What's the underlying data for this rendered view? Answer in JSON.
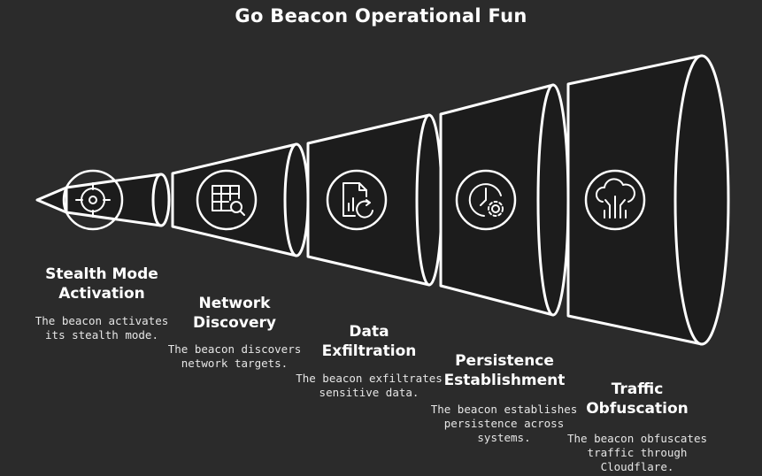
{
  "title": "Go Beacon Operational Fun",
  "colors": {
    "background": "#2b2b2b",
    "stroke": "#ffffff",
    "fill": "#1c1c1c"
  },
  "stages": [
    {
      "label_line1": "Stealth Mode",
      "label_line2": "Activation",
      "desc_line1": "The beacon activates",
      "desc_line2": "its stealth mode.",
      "desc_line3": "",
      "icon": "crosshair-icon"
    },
    {
      "label_line1": "Network",
      "label_line2": "Discovery",
      "desc_line1": "The beacon discovers",
      "desc_line2": "network targets.",
      "desc_line3": "",
      "icon": "table-search-icon"
    },
    {
      "label_line1": "Data",
      "label_line2": "Exfiltration",
      "desc_line1": "The beacon exfiltrates",
      "desc_line2": "sensitive data.",
      "desc_line3": "",
      "icon": "document-chart-icon"
    },
    {
      "label_line1": "Persistence",
      "label_line2": "Establishment",
      "desc_line1": "The beacon establishes",
      "desc_line2": "persistence across",
      "desc_line3": "systems.",
      "icon": "clock-gear-icon"
    },
    {
      "label_line1": "Traffic",
      "label_line2": "Obfuscation",
      "desc_line1": "The beacon obfuscates",
      "desc_line2": "traffic through",
      "desc_line3": "Cloudflare.",
      "icon": "cloud-network-icon"
    }
  ]
}
